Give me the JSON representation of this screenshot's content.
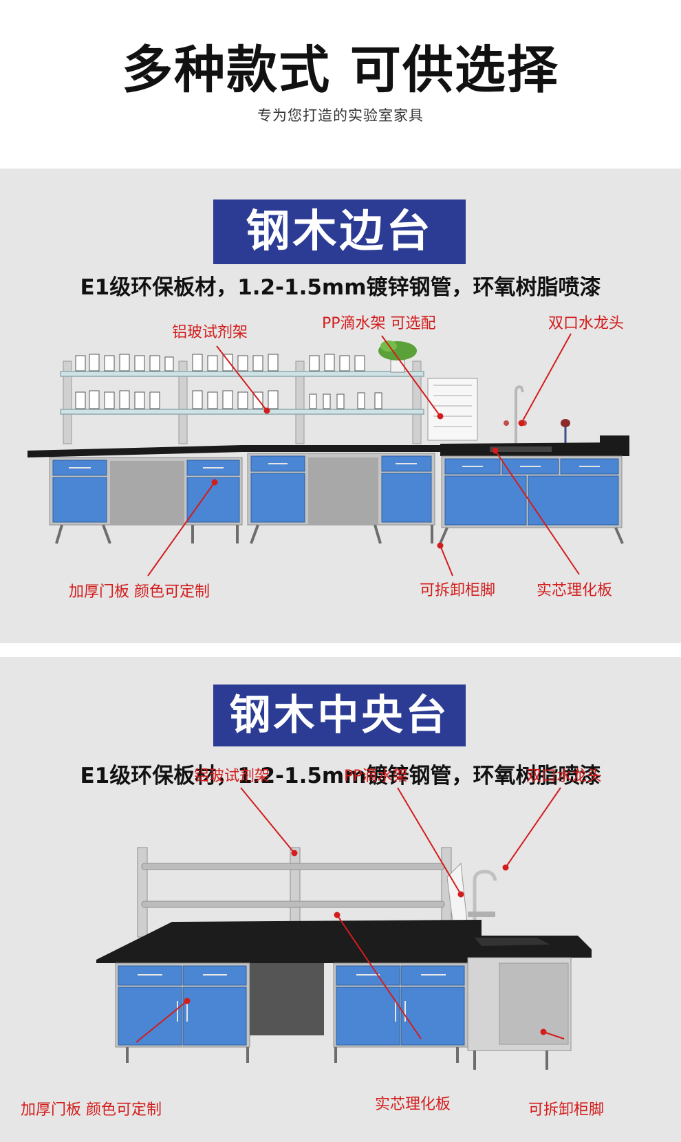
{
  "header": {
    "title": "多种款式 可供选择",
    "subtitle": "专为您打造的实验室家具"
  },
  "section1": {
    "badge": "钢木边台",
    "spec": "E1级环保板材，1.2-1.5mm镀锌钢管，环氧树脂喷漆",
    "callouts": {
      "reagent_rack": "铝玻试剂架",
      "drip_rack": "PP滴水架 可选配",
      "faucet": "双口水龙头",
      "door_panel": "加厚门板 颜色可定制",
      "cabinet_feet": "可拆卸柜脚",
      "countertop": "实芯理化板"
    }
  },
  "section2": {
    "badge": "钢木中央台",
    "spec": "E1级环保板材，1.2-1.5mm镀锌钢管，环氧树脂喷漆",
    "callouts": {
      "reagent_rack": "铝玻试剂架",
      "drip_rack": "PP滴水架",
      "faucet": "双口水龙头",
      "door_panel": "加厚门板 颜色可定制",
      "countertop": "实芯理化板",
      "cabinet_feet": "可拆卸柜脚"
    }
  },
  "colors": {
    "badge_bg": "#2c3c94",
    "callout": "#d31c1c",
    "cabinet_blue": "#4a86d4",
    "panel_bg": "#e6e6e6"
  }
}
